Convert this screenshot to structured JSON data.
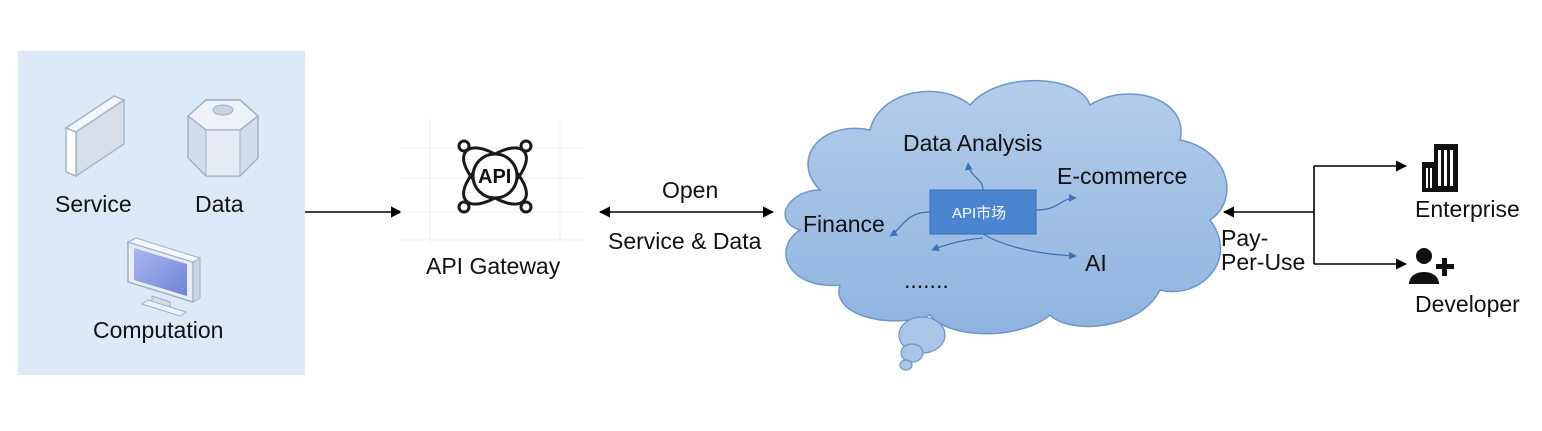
{
  "sources": {
    "service_label": "Service",
    "data_label": "Data",
    "computation_label": "Computation"
  },
  "gateway": {
    "icon_text": "API",
    "label": "API Gateway"
  },
  "link": {
    "line1": "Open",
    "line2": "Service & Data"
  },
  "market": {
    "center_label": "API市场",
    "data_analysis": "Data Analysis",
    "ecommerce": "E-commerce",
    "finance": "Finance",
    "ai": "AI",
    "more": "......."
  },
  "payment": {
    "line1": "Pay-",
    "line2": "Per-Use"
  },
  "consumers": {
    "enterprise": "Enterprise",
    "developer": "Developer"
  },
  "colors": {
    "source_panel": "#dde9f7",
    "cloud_fill": "#9fbfe4",
    "cloud_stroke": "#6f96c9",
    "market_box": "#4a86cf",
    "market_arrow": "#3f72b8",
    "line": "#000000"
  }
}
